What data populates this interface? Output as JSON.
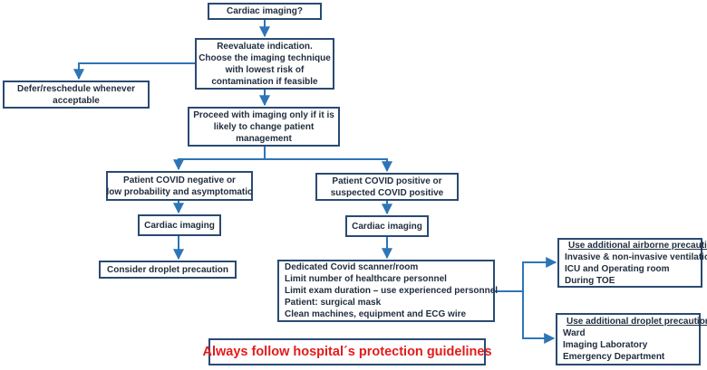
{
  "nodes": {
    "root": {
      "lines": [
        "Cardiac imaging?"
      ]
    },
    "reevaluate": {
      "lines": [
        "Reevaluate indication.",
        "Choose the imaging technique",
        "with lowest risk of",
        "contamination if feasible"
      ]
    },
    "defer": {
      "lines": [
        "Defer/reschedule whenever",
        "acceptable"
      ]
    },
    "proceed": {
      "lines": [
        "Proceed with imaging only if it is",
        "likely to change patient",
        "management"
      ]
    },
    "negative": {
      "lines": [
        "Patient COVID negative or",
        "low probability and asymptomatic"
      ]
    },
    "positive": {
      "lines": [
        "Patient COVID positive or",
        "suspected COVID positive"
      ]
    },
    "imaging_negative": {
      "lines": [
        "Cardiac imaging"
      ]
    },
    "imaging_positive": {
      "lines": [
        "Cardiac imaging"
      ]
    },
    "droplet": {
      "lines": [
        "Consider droplet precaution"
      ]
    },
    "measures": {
      "lines": [
        "Dedicated Covid scanner/room",
        "Limit number of healthcare personnel",
        "Limit exam duration – use experienced personnel",
        "Patient: surgical mask",
        "Clean machines, equipment and ECG wire"
      ]
    },
    "airborne": {
      "heading": "Use additional airborne precautions:",
      "lines": [
        "Invasive & non-invasive ventilation",
        "ICU and Operating room",
        "During TOE"
      ]
    },
    "droplet_extra": {
      "heading": "Use additional droplet precautions:",
      "lines": [
        "Ward",
        "Imaging Laboratory",
        "Emergency Department"
      ]
    }
  },
  "warning": "Always follow hospital´s protection guidelines",
  "colors": {
    "box_border": "#2a4a72",
    "arrow": "#2e75b6",
    "warning_text": "#e31b1b",
    "text": "#1f2d3d"
  }
}
